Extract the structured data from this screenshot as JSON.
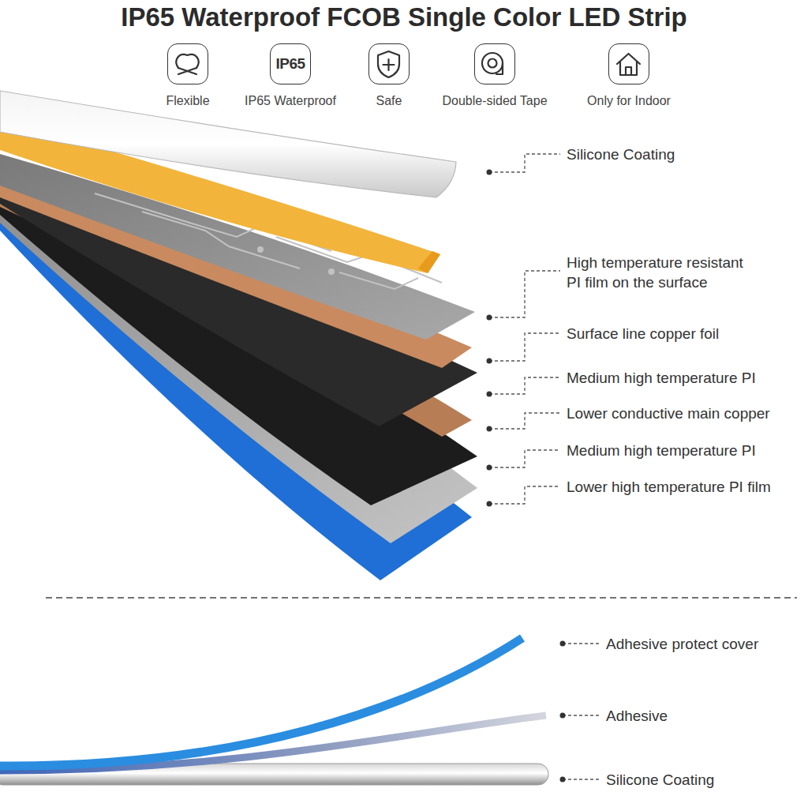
{
  "diagram": {
    "title": "IP65 Waterproof FCOB Single Color LED Strip",
    "nodes": [
      {
        "text": [
          "Flexible"
        ]
      },
      {
        "text": [
          "IP65",
          "IP65 Waterproof"
        ]
      },
      {
        "text": [
          "Safe"
        ]
      },
      {
        "text": [
          "Double-sided Tape"
        ]
      },
      {
        "text": [
          "Only for Indoor"
        ]
      }
    ],
    "labels": [
      "Silicone Coating",
      "High temperature resistant PI film on the surface",
      "Surface line copper foil",
      "Medium high temperature PI",
      "Lower conductive main copper",
      "Medium high temperature PI",
      "Lower high temperature PI film",
      "Adhesive protect cover",
      "Adhesive",
      "Silicone Coating"
    ]
  }
}
